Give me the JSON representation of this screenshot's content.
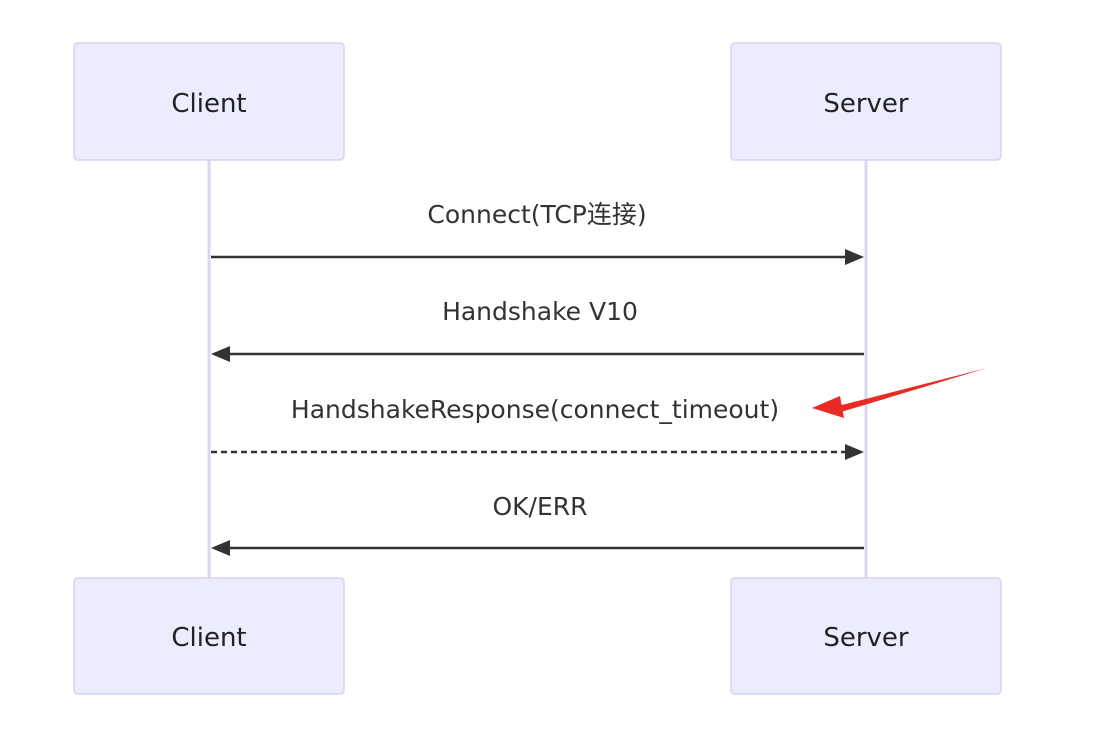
{
  "participants": {
    "client": {
      "label": "Client"
    },
    "server": {
      "label": "Server"
    }
  },
  "messages": [
    {
      "label": "Connect(TCP连接)",
      "from": "client",
      "to": "server",
      "style": "solid"
    },
    {
      "label": "Handshake V10",
      "from": "server",
      "to": "client",
      "style": "solid"
    },
    {
      "label": "HandshakeResponse(connect_timeout)",
      "from": "client",
      "to": "server",
      "style": "dashed"
    },
    {
      "label": "OK/ERR",
      "from": "server",
      "to": "client",
      "style": "solid"
    }
  ],
  "annotation": {
    "type": "arrow",
    "points_to": "HandshakeResponse(connect_timeout)",
    "color": "#E82C25"
  },
  "colors": {
    "actor_fill": "#ECECFF",
    "actor_stroke": "#D8D2EE",
    "lifeline": "#DCD4F0",
    "message": "#333333",
    "annotation": "#E82C25"
  }
}
